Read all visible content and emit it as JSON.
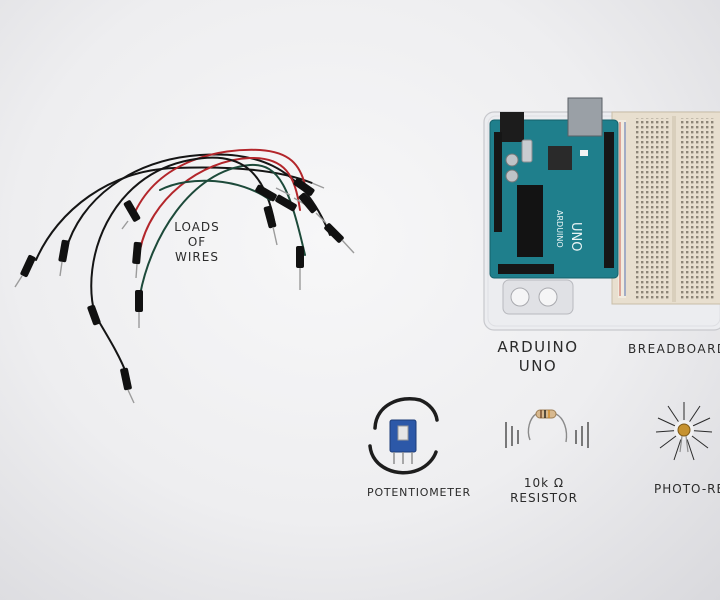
{
  "labels": {
    "wires": [
      "LOADS",
      "OF",
      "WIRES"
    ],
    "arduino": [
      "ARDUINO",
      "UNO"
    ],
    "breadboard": "BREADBOARD",
    "potentiometer": "POTENTIOMETER",
    "resistor": [
      "10k Ω",
      "RESISTOR"
    ],
    "photo": "PHOTO-RE"
  },
  "board": {
    "brand": "ARDUINO",
    "model": "UNO"
  },
  "colors": {
    "board_teal": "#1f7f8c",
    "wire_black": "#151515",
    "wire_red": "#b3262b",
    "wire_green": "#1d4a3a",
    "breadboard_beige": "#e8dfcf",
    "pot_blue": "#2c58a8"
  }
}
